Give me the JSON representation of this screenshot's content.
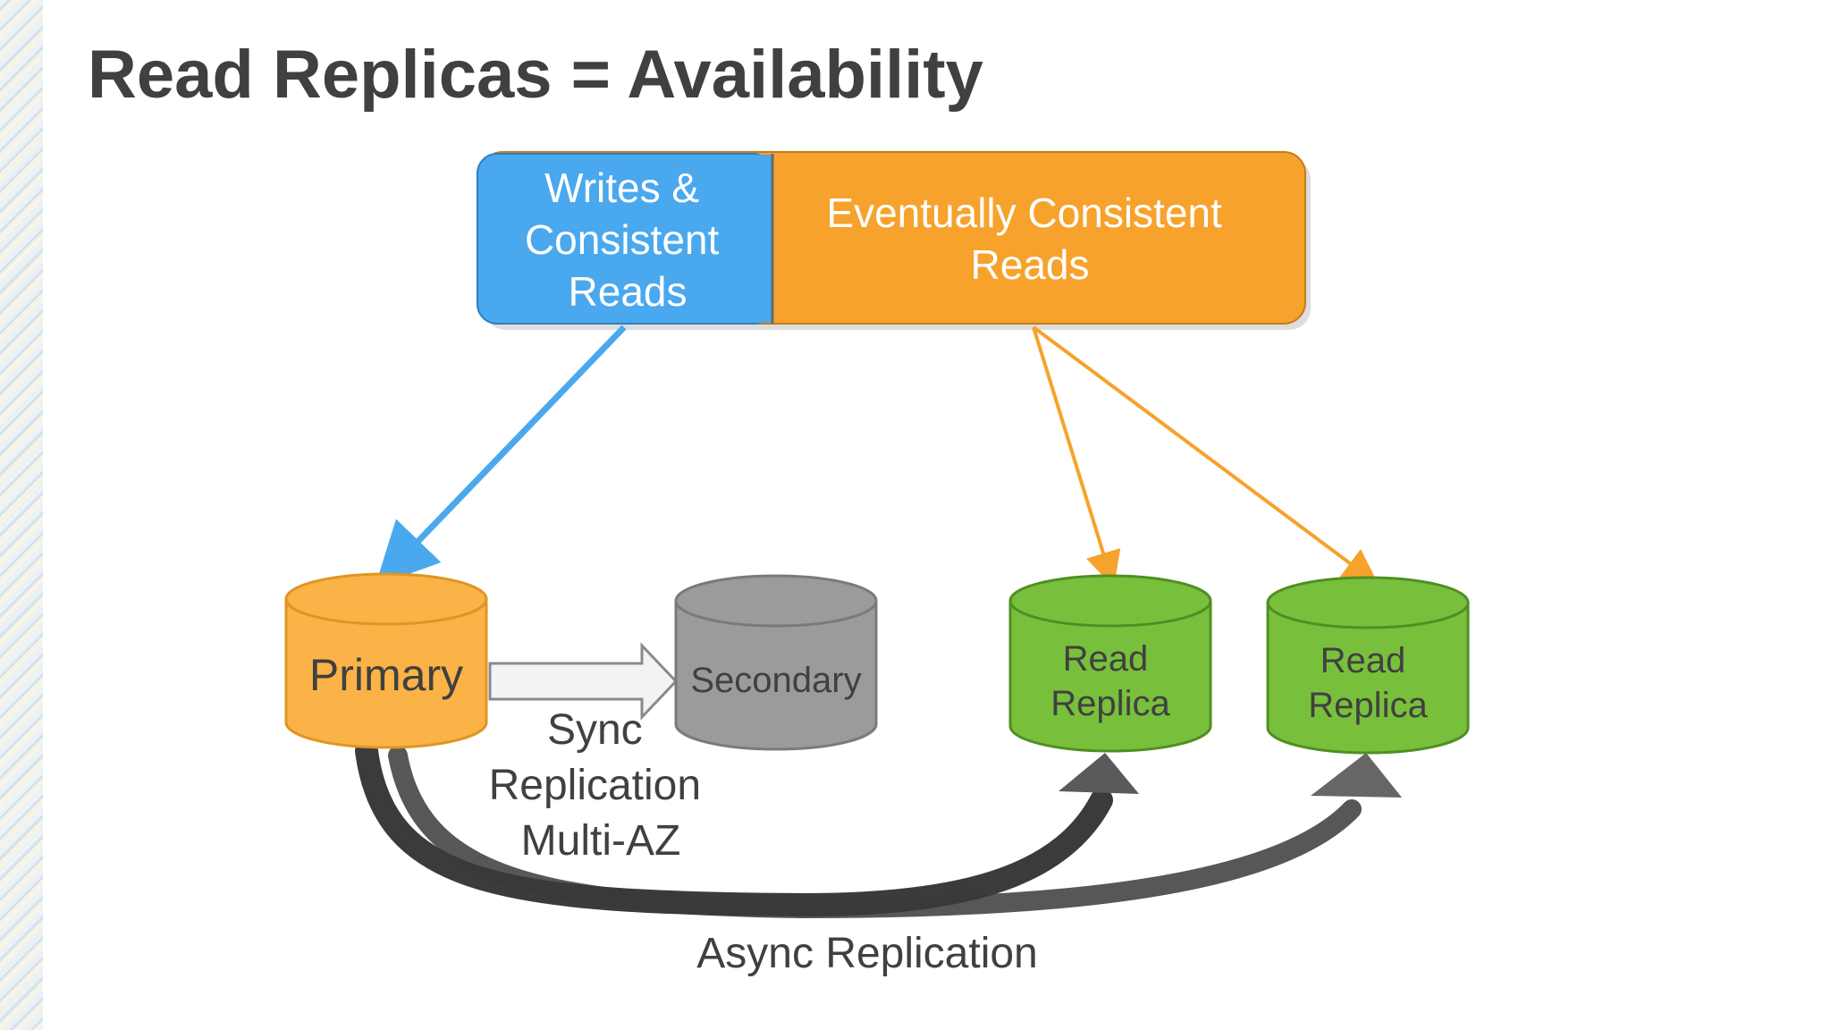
{
  "title": "Read Replicas = Availability",
  "boxes": {
    "writes_consistent": [
      "Writes &",
      "Consistent",
      "Reads"
    ],
    "eventual_reads": [
      "Eventually Consistent",
      "Reads"
    ]
  },
  "databases": {
    "primary": "Primary",
    "secondary": "Secondary",
    "replica_1": [
      "Read",
      "Replica"
    ],
    "replica_2": [
      "Read",
      "Replica"
    ]
  },
  "labels": {
    "sync": [
      "Sync",
      "Replication",
      "Multi-AZ"
    ],
    "async": "Async Replication"
  },
  "colors": {
    "blue": "#4aa8ee",
    "orange": "#f6a22c",
    "primary_orange": "#fbb247",
    "secondary_gray": "#9b9b9b",
    "replica_green": "#78c03c",
    "text_dark": "#404040"
  }
}
